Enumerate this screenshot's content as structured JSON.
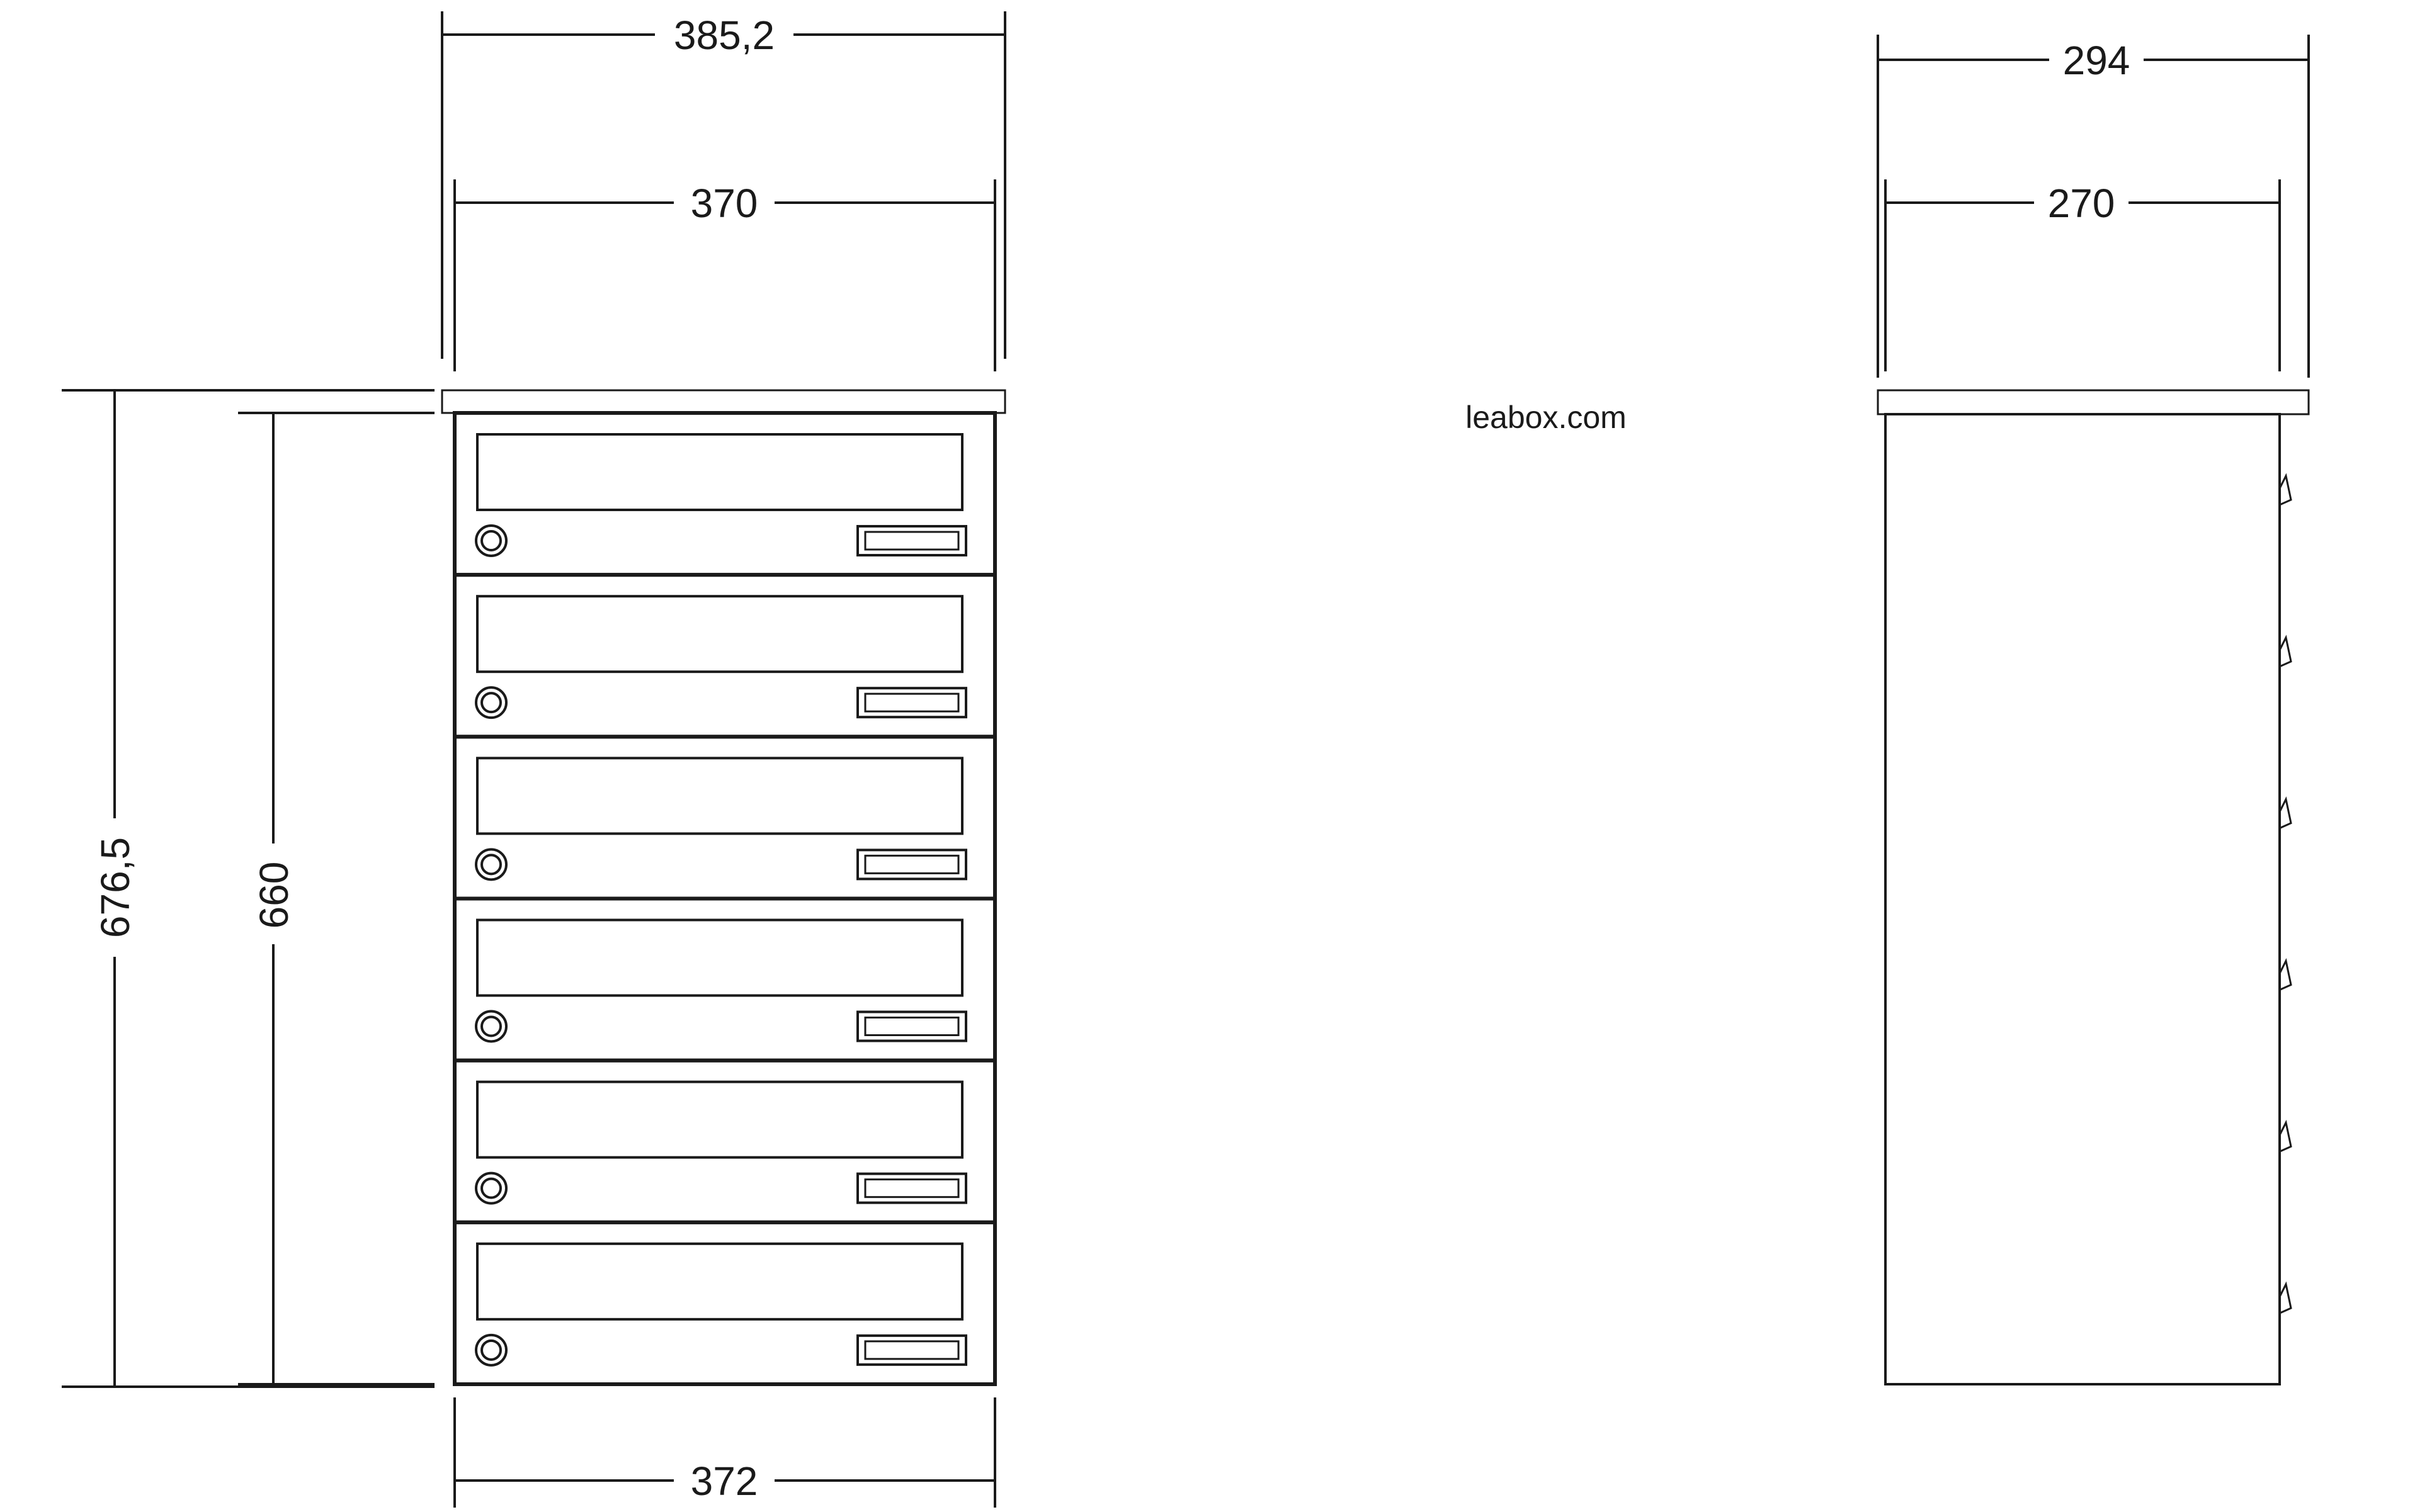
{
  "brand": "leabox.com",
  "front_view": {
    "dim_total_width": "385,2",
    "dim_body_width": "370",
    "dim_bottom_width": "372",
    "dim_total_height": "676,5",
    "dim_body_height": "660",
    "mailbox_count": 6
  },
  "side_view": {
    "dim_total_depth": "294",
    "dim_body_depth": "270",
    "hinge_count": 6
  }
}
